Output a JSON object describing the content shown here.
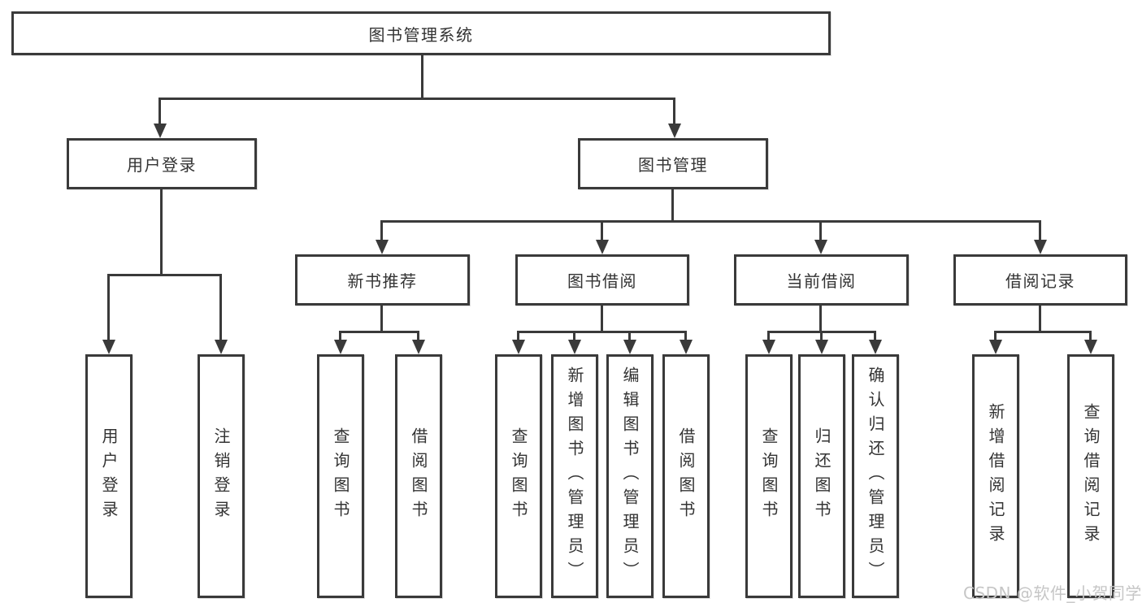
{
  "colors": {
    "line": "#3a3a3a",
    "text": "#333333",
    "watermark": "#c6c6c6",
    "background": "#ffffff"
  },
  "diagram": {
    "root": {
      "label": "图书管理系统"
    },
    "level2": [
      {
        "label": "用户登录"
      },
      {
        "label": "图书管理"
      }
    ],
    "level3": [
      {
        "label": "新书推荐"
      },
      {
        "label": "图书借阅"
      },
      {
        "label": "当前借阅"
      },
      {
        "label": "借阅记录"
      }
    ],
    "leaves": [
      {
        "parent": "用户登录",
        "label": "用户登录"
      },
      {
        "parent": "用户登录",
        "label": "注销登录"
      },
      {
        "parent": "新书推荐",
        "label": "查询图书"
      },
      {
        "parent": "新书推荐",
        "label": "借阅图书"
      },
      {
        "parent": "图书借阅",
        "label": "查询图书"
      },
      {
        "parent": "图书借阅",
        "label": "新增图书（管理员）"
      },
      {
        "parent": "图书借阅",
        "label": "编辑图书（管理员）"
      },
      {
        "parent": "图书借阅",
        "label": "借阅图书"
      },
      {
        "parent": "当前借阅",
        "label": "查询图书"
      },
      {
        "parent": "当前借阅",
        "label": "归还图书"
      },
      {
        "parent": "当前借阅",
        "label": "确认归还（管理员）"
      },
      {
        "parent": "借阅记录",
        "label": "新增借阅记录"
      },
      {
        "parent": "借阅记录",
        "label": "查询借阅记录"
      }
    ],
    "watermark": "CSDN @软件_小贺同学"
  }
}
